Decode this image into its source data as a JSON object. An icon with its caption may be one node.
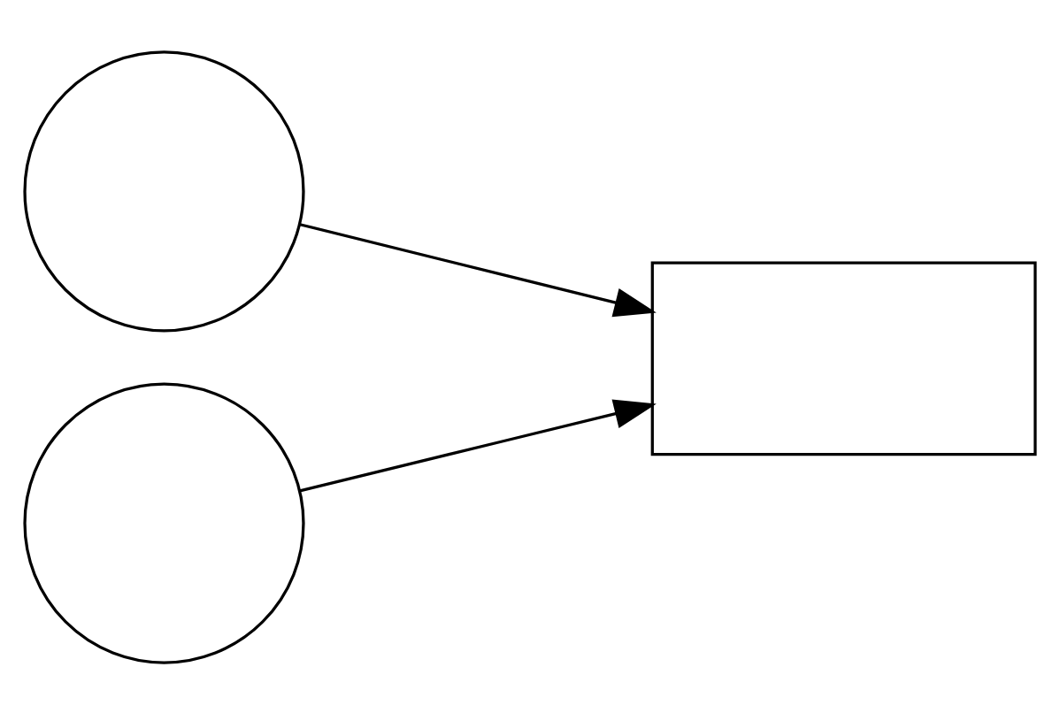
{
  "diagram": {
    "nodes": [
      {
        "text": [],
        "shape": "circle"
      },
      {
        "text": [],
        "shape": "circle"
      },
      {
        "text": [],
        "shape": "box"
      }
    ],
    "edges": [
      {
        "from": 0,
        "to": 2,
        "arrow": "to"
      },
      {
        "from": 1,
        "to": 2,
        "arrow": "to"
      }
    ]
  }
}
